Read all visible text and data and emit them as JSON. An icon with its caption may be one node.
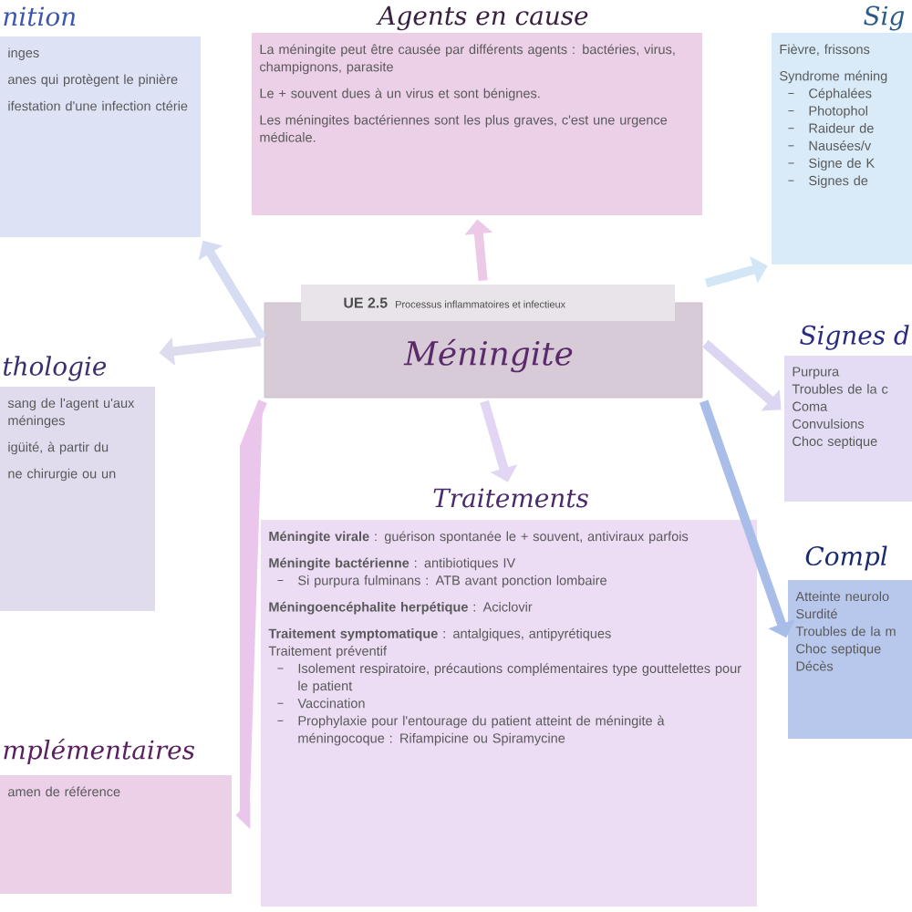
{
  "diagram": {
    "nodes": [
      {
        "text": [
          "nition",
          "inges",
          "anes qui protègent le pinière",
          "ifestation d'une infection ctérie"
        ]
      },
      {
        "text": [
          "Agents en cause",
          "La méningite peut être causée par différents agents : bactéries, virus, champignons, parasite",
          "Le + souvent dues à un virus et sont bénignes.",
          "Les méningites bactériennes sont les plus graves, c'est une urgence médicale."
        ]
      },
      {
        "text": [
          "Sig",
          "Fièvre, frissons",
          "Syndrome méning",
          "Céphalées",
          "Photophol",
          "Raideur de",
          "Nausées/v",
          "Signe de K",
          "Signes de"
        ]
      },
      {
        "text": [
          "UE 2.5",
          "Processus inflammatoires et infectieux",
          "Méningite"
        ]
      },
      {
        "text": [
          "thologie",
          "sang de l'agent u'aux méninges",
          "igüité, à partir du",
          "ne chirurgie ou un"
        ]
      },
      {
        "text": [
          "Signes d",
          "Purpura",
          "Troubles de la c",
          "Coma",
          "Convulsions",
          "Choc septique"
        ]
      },
      {
        "text": [
          "mplémentaires",
          "amen de référence"
        ]
      },
      {
        "text": [
          "Traitements",
          "**Méningite virale** : guérison spontanée le + souvent, antiviraux parfois",
          "**Méningite bactérienne** : antibiotiques IV",
          "Si purpura fulminans : ATB avant ponction lombaire",
          "**Méningoencéphalite herpétique** : Aciclovir",
          "**Traitement symptomatique** : antalgiques, antipyrétiques",
          "Traitement préventif",
          "Isolement respiratoire, précautions complémentaires type gouttelettes pour le patient",
          "Vaccination",
          "Prophylaxie pour l'entourage du patient atteint de méningite à méningocoque : Rifampicine ou Spiramycine"
        ]
      },
      {
        "text": [
          "Compl",
          "Atteinte neurolo",
          "Surdité",
          "Troubles de la m",
          "Choc septique",
          "Décès"
        ]
      }
    ],
    "edges": [
      {
        "from": 3,
        "to": 0,
        "arrow": "to",
        "color": "#d6ddf3"
      },
      {
        "from": 3,
        "to": 1,
        "arrow": "to",
        "color": "#ecc9e6"
      },
      {
        "from": 3,
        "to": 2,
        "arrow": "to",
        "color": "#d3e6f6"
      },
      {
        "from": 3,
        "to": 4,
        "arrow": "to",
        "color": "#dcdcee"
      },
      {
        "from": 3,
        "to": 5,
        "arrow": "to",
        "color": "#dcd6f3"
      },
      {
        "from": 3,
        "to": 6,
        "arrow": "to",
        "color": "#ebc6ec"
      },
      {
        "from": 3,
        "to": 7,
        "arrow": "to",
        "color": "#e2d6f4"
      },
      {
        "from": 3,
        "to": 8,
        "arrow": "to",
        "color": "#a9bde9"
      }
    ]
  }
}
